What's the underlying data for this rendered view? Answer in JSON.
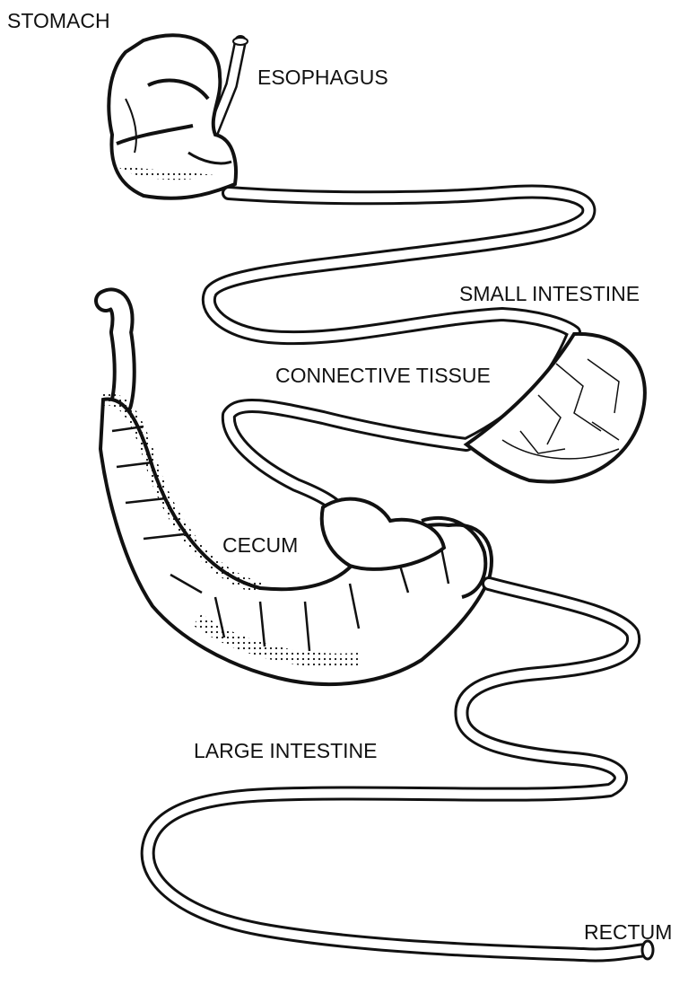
{
  "labels": {
    "stomach": "STOMACH",
    "esophagus": "ESOPHAGUS",
    "small_intestine": "SMALL INTESTINE",
    "connective_tissue": "CONNECTIVE TISSUE",
    "cecum": "CECUM",
    "large_intestine": "LARGE INTESTINE",
    "rectum": "RECTUM"
  },
  "colors": {
    "ink": "#111111",
    "background": "#ffffff"
  }
}
